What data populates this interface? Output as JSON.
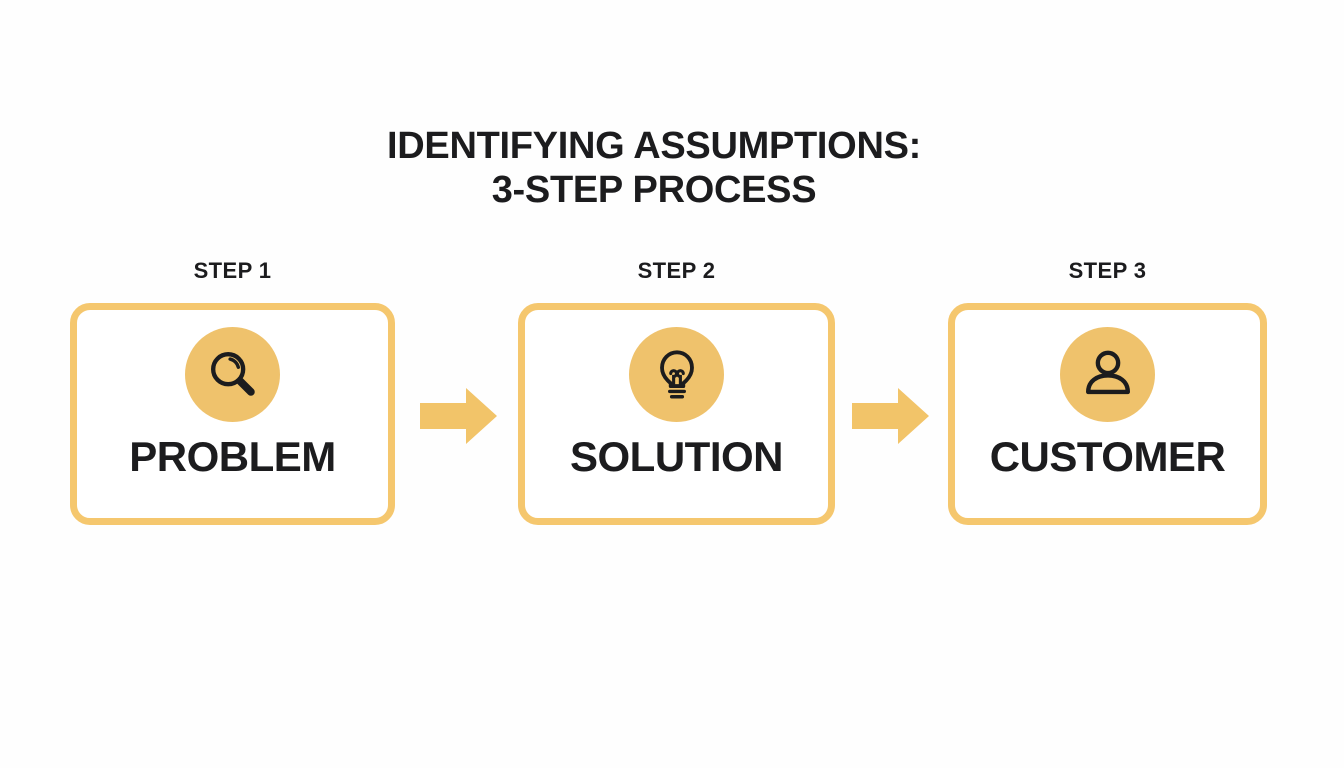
{
  "title": {
    "line1": "IDENTIFYING ASSUMPTIONS:",
    "line2": "3-STEP PROCESS"
  },
  "steps": [
    {
      "step_label": "STEP 1",
      "name": "PROBLEM",
      "icon": "magnifier-icon"
    },
    {
      "step_label": "STEP 2",
      "name": "SOLUTION",
      "icon": "lightbulb-icon"
    },
    {
      "step_label": "STEP 3",
      "name": "CUSTOMER",
      "icon": "person-icon"
    }
  ],
  "arrows": [
    {
      "icon": "right-block-arrow-icon"
    },
    {
      "icon": "right-block-arrow-icon"
    }
  ],
  "colors": {
    "accent_border": "#F5C76E",
    "icon_circle_fill": "#EFC26C",
    "arrow_fill": "#F2C469",
    "text_color": "#1C1C1E",
    "background": "#FEFEFE",
    "card_background": "#FFFFFF"
  }
}
